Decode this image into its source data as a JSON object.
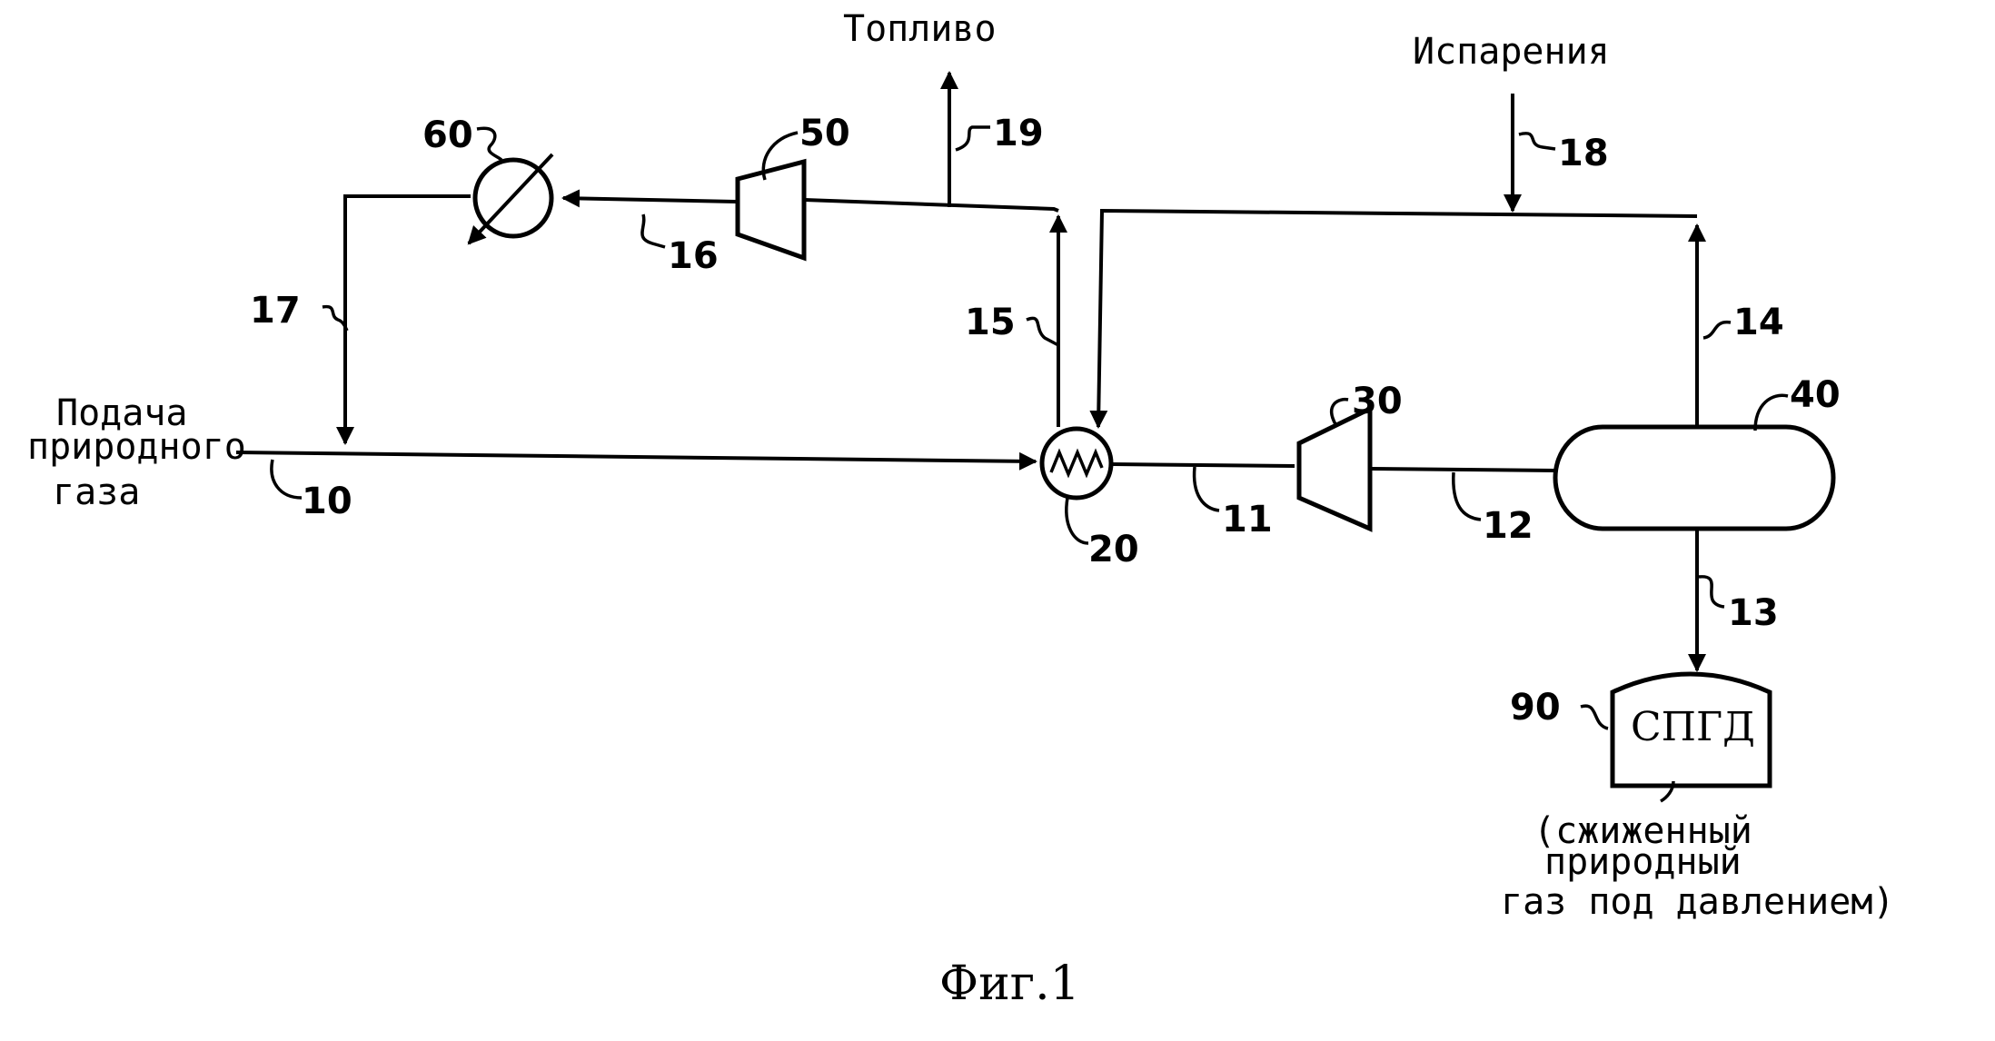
{
  "labels": {
    "fuel": "Топливо",
    "boiloff": "Испарения",
    "feed": [
      "Подача",
      "природного",
      "газа"
    ],
    "tank_name": "СПГД",
    "tank_desc": [
      "(сжиженный",
      "природный",
      "газ под давлением)"
    ],
    "figure_caption": "Фиг.1"
  },
  "streams": {
    "s10": "10",
    "s11": "11",
    "s12": "12",
    "s13": "13",
    "s14": "14",
    "s15": "15",
    "s16": "16",
    "s17": "17",
    "s18": "18",
    "s19": "19"
  },
  "equipment": {
    "heat_exchanger": "20",
    "expander": "30",
    "separator": "40",
    "compressor": "50",
    "cooler": "60",
    "storage_tank": "90"
  }
}
